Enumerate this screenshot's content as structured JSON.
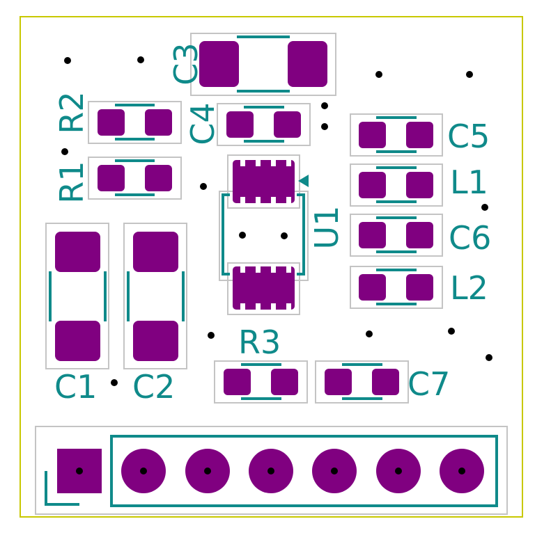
{
  "colors": {
    "board_outline": "#c8c800",
    "pad": "#800080",
    "silk": "#0f8a8a",
    "courtyard": "#c4c4c4",
    "via": "#000000",
    "background": "#ffffff"
  },
  "labels": {
    "c3": "C3",
    "r2": "R2",
    "c4": "C4",
    "r1": "R1",
    "c5": "C5",
    "l1": "L1",
    "u1": "U1",
    "c6": "C6",
    "l2": "L2",
    "r3": "R3",
    "c1": "C1",
    "c2": "C2",
    "c7": "C7"
  }
}
